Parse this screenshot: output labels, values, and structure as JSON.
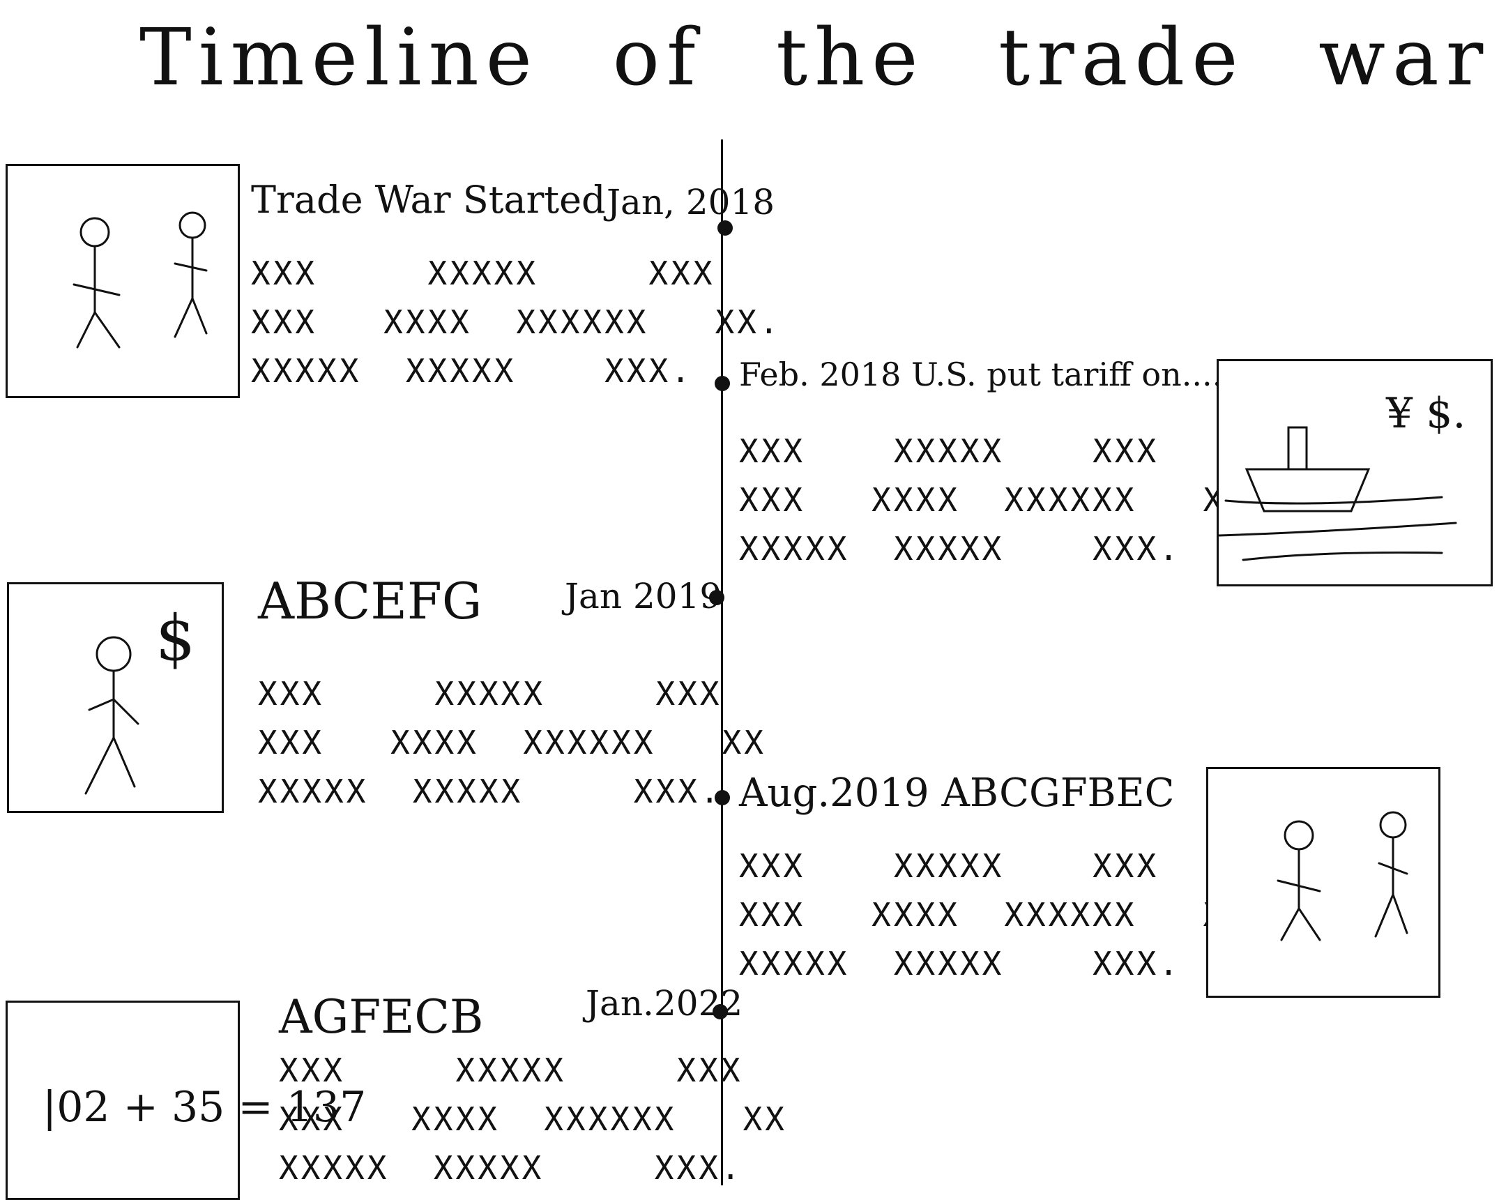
{
  "title": "Timeline of the trade war",
  "events": [
    {
      "title": "Trade War Started",
      "date": "Jan, 2018",
      "lines": [
        "XXX     XXXXX     XXX",
        "XXX   XXXX  XXXXXX   XX.",
        "XXXXX  XXXXX    XXX."
      ],
      "illustration": "two-stick-figures"
    },
    {
      "title": "Feb. 2018 U.S. put tariff on....",
      "date": "",
      "lines": [
        "XXX    XXXXX    XXX",
        "XXX   XXXX  XXXXXX   XX.",
        "XXXXX  XXXXX    XXX."
      ],
      "illustration": "ship-with-currency",
      "symbols": "¥ $."
    },
    {
      "title": "ABCEFG",
      "date": "Jan 2019",
      "lines": [
        "XXX     XXXXX     XXX",
        "XXX   XXXX  XXXXXX   XX",
        "XXXXX  XXXXX     XXX."
      ],
      "illustration": "stick-figure-with-dollar",
      "symbols": "$"
    },
    {
      "title": "Aug.2019 ABCGFBEC",
      "date": "",
      "lines": [
        "XXX    XXXXX    XXX",
        "XXX   XXXX  XXXXXX   XX",
        "XXXXX  XXXXX    XXX."
      ],
      "illustration": "two-stick-figures"
    },
    {
      "title": "AGFECB",
      "date": "Jan.2022",
      "lines": [
        "XXX     XXXXX     XXX",
        "XXX   XXXX  XXXXXX   XX",
        "XXXXX  XXXXX     XXX."
      ],
      "illustration": "formula-board",
      "formula": "|02 + 35 = 137"
    }
  ]
}
